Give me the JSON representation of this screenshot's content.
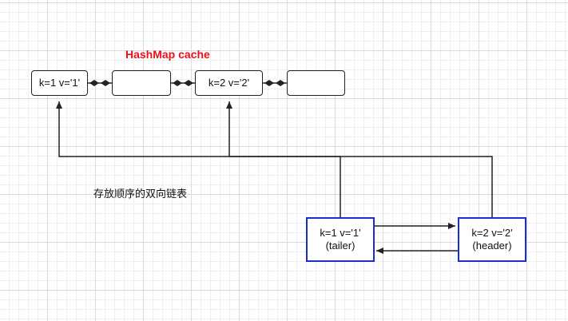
{
  "title": "HashMap cache",
  "cache_nodes": [
    "k=1 v='1'",
    "",
    "k=2 v='2'",
    ""
  ],
  "caption": "存放顺序的双向链表",
  "list_nodes": [
    {
      "line1": "k=1 v='1'",
      "line2": "(tailer)"
    },
    {
      "line2": "(header)",
      "line1": "k=2 v='2'"
    }
  ],
  "colors": {
    "title": "#e8101a",
    "list_border": "#1a2bd6",
    "line": "#222222"
  }
}
